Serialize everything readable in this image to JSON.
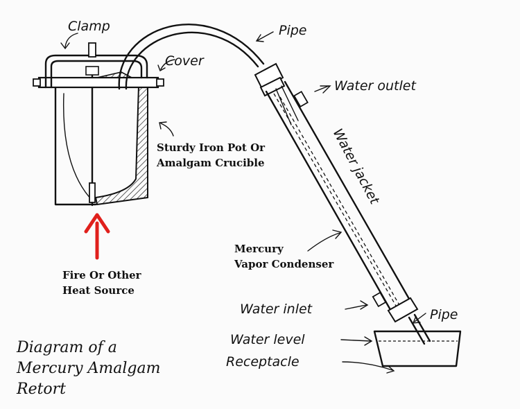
{
  "title_lines": [
    "Diagram of a",
    "Mercury Amalgam",
    "Retort"
  ],
  "labels": {
    "clamp": "Clamp",
    "cover": "Cover",
    "pipe_top": "Pipe",
    "water_outlet": "Water outlet",
    "water_jacket": "Water jacket",
    "pot": [
      "Sturdy Iron Pot Or",
      "Amalgam Crucible"
    ],
    "heat": [
      "Fire Or Other",
      "Heat Source"
    ],
    "condenser": [
      "Mercury",
      "Vapor Condenser"
    ],
    "water_inlet": "Water inlet",
    "pipe_bottom": "Pipe",
    "water_level": "Water level",
    "receptacle": "Receptacle"
  },
  "colors": {
    "ink": "#111111",
    "heat_arrow": "#e0201c",
    "paper": "#fbfbfb"
  }
}
